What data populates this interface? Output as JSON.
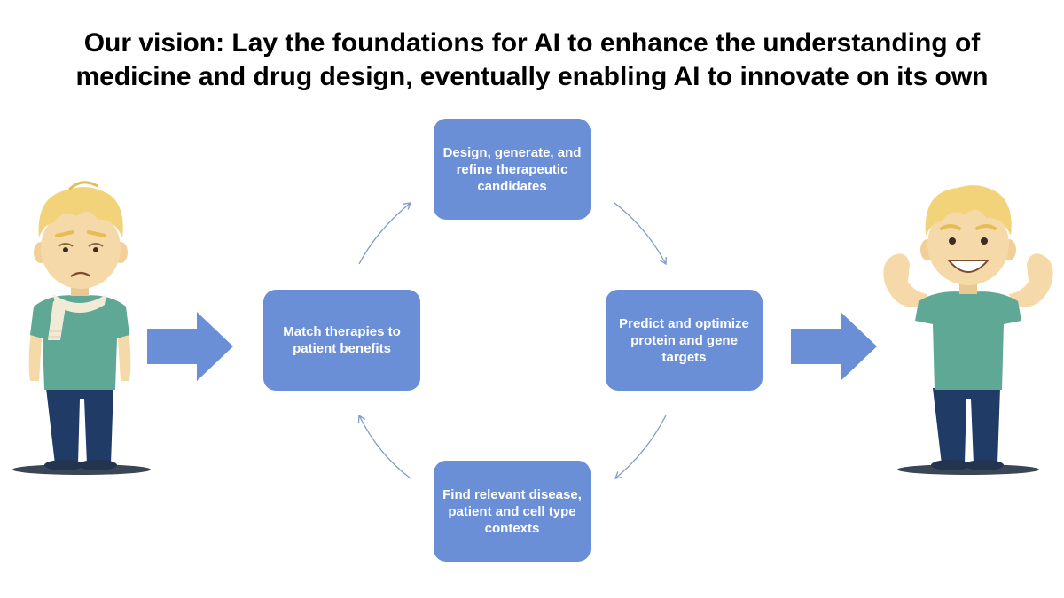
{
  "title": {
    "line1": "Our vision: Lay the foundations for AI to enhance the understanding of",
    "line2": "medicine and drug design, eventually enabling AI to innovate on its own"
  },
  "cycle": {
    "top": "Design, generate, and refine therapeutic candidates",
    "right": "Predict and optimize protein and gene targets",
    "bottom": "Find relevant disease, patient and cell type contexts",
    "left": "Match therapies to patient benefits"
  },
  "colors": {
    "box": "#6a8fd6",
    "arrow": "#6a8fd6",
    "cycle_arrow": "#7f9bc8",
    "shirt": "#5fa896",
    "pants": "#1f3b66",
    "hair": "#f3d37a",
    "skin": "#f6d9a8"
  },
  "figures": {
    "left": "sick-person-icon",
    "right": "healthy-strong-person-icon"
  }
}
